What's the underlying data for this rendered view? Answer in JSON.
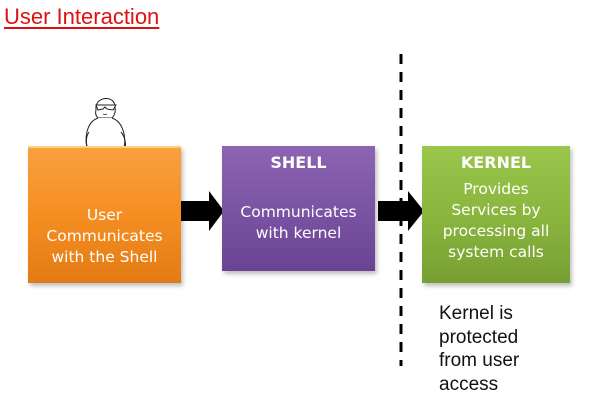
{
  "title": "User Interaction",
  "boxes": {
    "user": {
      "lines": [
        "User",
        "Communicates",
        "with the Shell"
      ],
      "color": "#f58e22"
    },
    "shell": {
      "heading": "SHELL",
      "lines": [
        "Communicates",
        "with kernel"
      ],
      "color": "#7a52a3"
    },
    "kernel": {
      "heading": "KERNEL",
      "lines": [
        "Provides",
        "Services by",
        "processing all",
        "system calls"
      ],
      "color": "#88b43d"
    }
  },
  "note": {
    "lines": [
      "Kernel is",
      "protected",
      "from user",
      "access"
    ]
  },
  "colors": {
    "title": "#e01010",
    "arrow": "#000000",
    "divider": "#000000"
  }
}
